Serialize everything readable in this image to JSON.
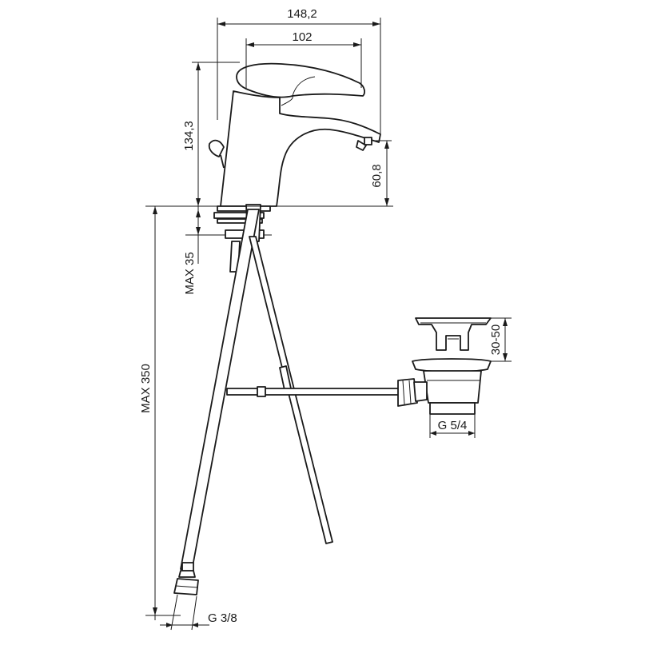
{
  "dimensions": {
    "overall_reach": "148,2",
    "spout_reach": "102",
    "total_height": "134,3",
    "spout_height": "60,8",
    "deck_thickness": "MAX 35",
    "hose_length": "MAX 350",
    "waste_plug_height": "30-50",
    "waste_thread": "G 5/4",
    "hose_thread": "G 3/8"
  },
  "colors": {
    "line": "#1a1a1a",
    "background": "#ffffff"
  }
}
